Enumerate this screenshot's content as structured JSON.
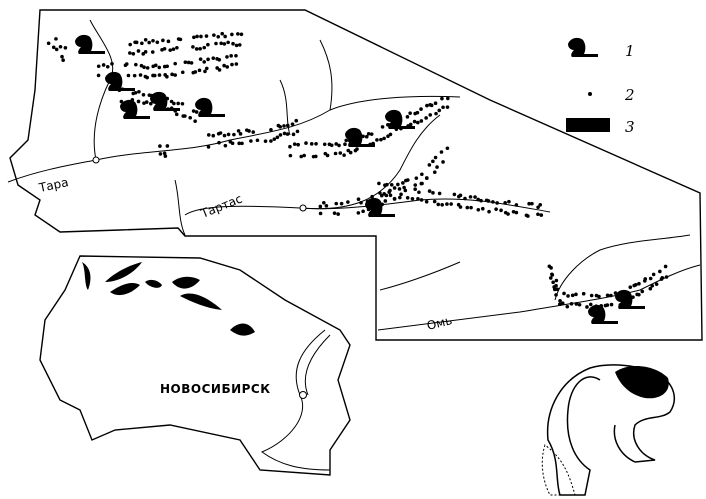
{
  "map": {
    "rivers": {
      "tara": "Тара",
      "tartas": "Тартас",
      "om": "Омь"
    },
    "city": "НОВОСИБИРСК",
    "legend": [
      {
        "key": "1",
        "symbol": "beaver-icon"
      },
      {
        "key": "2",
        "symbol": "dot"
      },
      {
        "key": "3",
        "symbol": "filled-area"
      }
    ]
  }
}
